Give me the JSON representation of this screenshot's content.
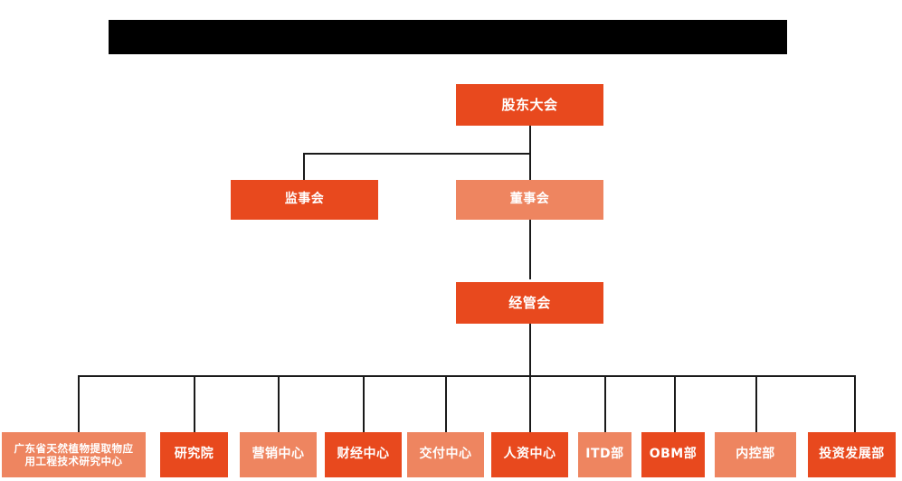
{
  "page": {
    "title_bar": {
      "name": "redacted-title-bar",
      "text": "",
      "color": "#000000"
    },
    "background_color": "#ffffff"
  },
  "theme": {
    "accent_dark": "#e8491e",
    "accent_light": "#ee8560",
    "connector_color": "#1a1a1a",
    "node_text_color": "#ffffff"
  },
  "chart_data": {
    "type": "diagram",
    "subtype": "organization-chart",
    "title": "",
    "orientation": "top-down",
    "levels": [
      {
        "level": 1,
        "nodes": [
          {
            "id": "shareholders",
            "label": "股东大会",
            "tone": "dark"
          }
        ]
      },
      {
        "level": 2,
        "nodes": [
          {
            "id": "supervisors",
            "label": "监事会",
            "tone": "dark"
          },
          {
            "id": "directors",
            "label": "董事会",
            "tone": "light"
          }
        ]
      },
      {
        "level": 3,
        "nodes": [
          {
            "id": "management",
            "label": "经管会",
            "tone": "dark"
          }
        ]
      },
      {
        "level": 4,
        "nodes": [
          {
            "id": "research-center-gd",
            "label": "广东省天然植物提取物应\n用工程技术研究中心",
            "tone": "light"
          },
          {
            "id": "research-institute",
            "label": "研究院",
            "tone": "dark"
          },
          {
            "id": "marketing-center",
            "label": "营销中心",
            "tone": "light"
          },
          {
            "id": "finance-center",
            "label": "财经中心",
            "tone": "dark"
          },
          {
            "id": "delivery-center",
            "label": "交付中心",
            "tone": "light"
          },
          {
            "id": "hr-center",
            "label": "人资中心",
            "tone": "dark"
          },
          {
            "id": "itd-dept",
            "label": "ITD部",
            "tone": "light"
          },
          {
            "id": "obm-dept",
            "label": "OBM部",
            "tone": "dark"
          },
          {
            "id": "internal-control-dept",
            "label": "内控部",
            "tone": "light"
          },
          {
            "id": "investment-development-dept",
            "label": "投资发展部",
            "tone": "dark"
          }
        ]
      }
    ],
    "edges": [
      {
        "from": "shareholders",
        "to": "supervisors"
      },
      {
        "from": "shareholders",
        "to": "directors"
      },
      {
        "from": "directors",
        "to": "management"
      },
      {
        "from": "management",
        "to": "research-center-gd"
      },
      {
        "from": "management",
        "to": "research-institute"
      },
      {
        "from": "management",
        "to": "marketing-center"
      },
      {
        "from": "management",
        "to": "finance-center"
      },
      {
        "from": "management",
        "to": "delivery-center"
      },
      {
        "from": "management",
        "to": "hr-center"
      },
      {
        "from": "management",
        "to": "itd-dept"
      },
      {
        "from": "management",
        "to": "obm-dept"
      },
      {
        "from": "management",
        "to": "internal-control-dept"
      },
      {
        "from": "management",
        "to": "investment-development-dept"
      }
    ]
  }
}
